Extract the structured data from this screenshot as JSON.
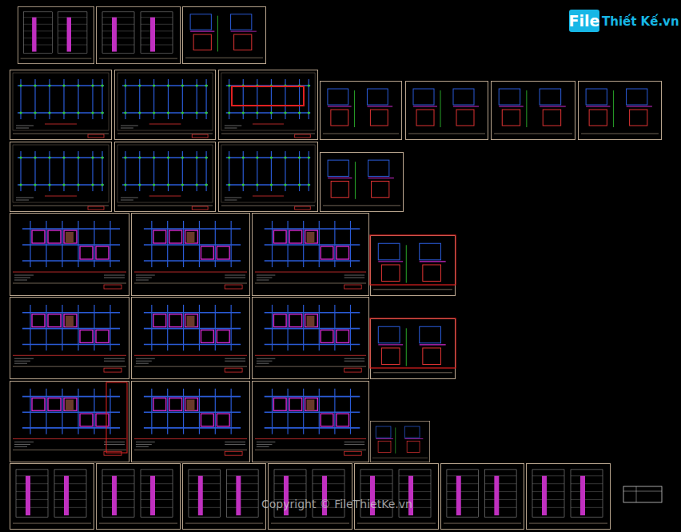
{
  "diagram": {
    "labels": [
      "File",
      "Thiết Kế.vn",
      "Copyright © FileThietKe.vn"
    ]
  }
}
